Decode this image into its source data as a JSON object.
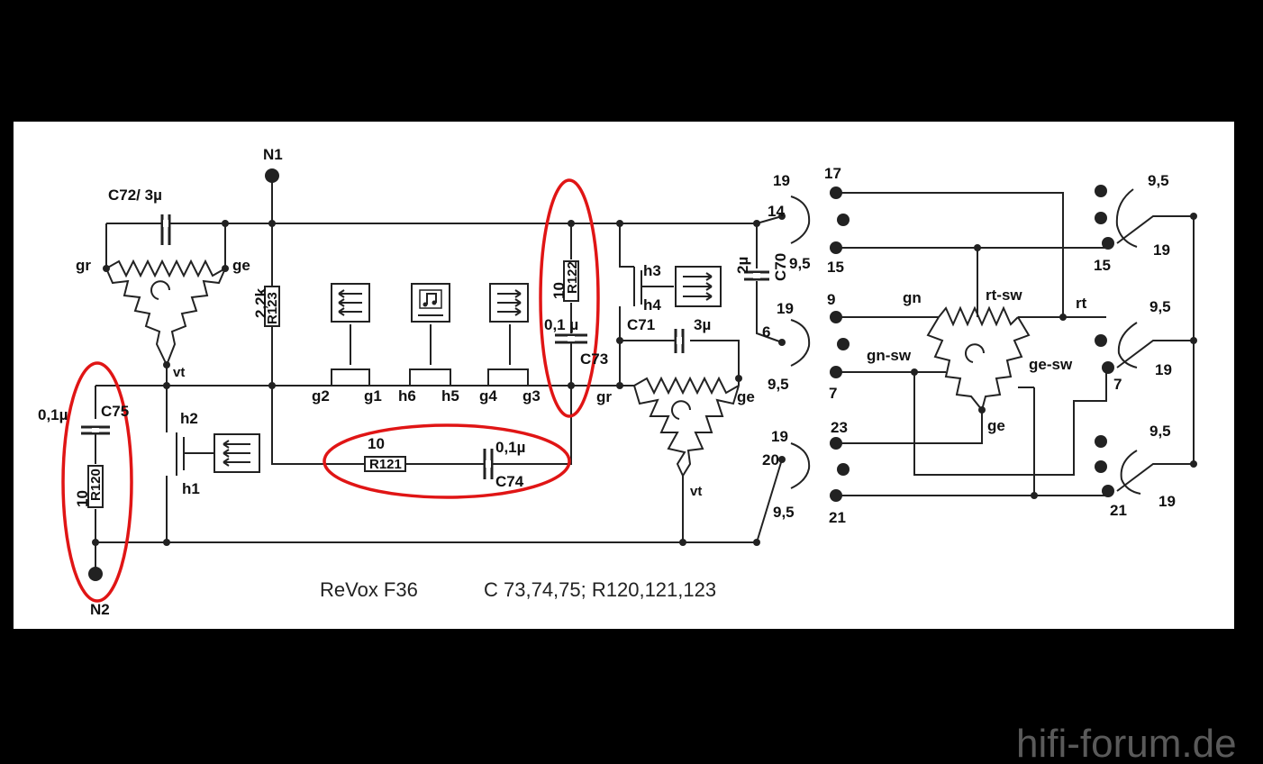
{
  "nodes": {
    "n1": "N1",
    "n2": "N2"
  },
  "capacitors": {
    "c72": "C72/ 3µ",
    "c75": "C75",
    "c75_value": "0,1µ",
    "c73": "C73",
    "c73_value": "0,1 µ",
    "c74": "C74",
    "c74_value": "0,1µ",
    "c71": "C71",
    "c71_value": "3µ",
    "c70": "C70",
    "c70_value": "2µ"
  },
  "resistors": {
    "r123": "R123",
    "r123_value": "2,2k",
    "r122": "R122",
    "r122_value": "10",
    "r121": "R121",
    "r121_value": "10",
    "r120": "R120",
    "r120_value": "10"
  },
  "motor_left": {
    "gr": "gr",
    "ge": "ge",
    "vt": "vt"
  },
  "motor_middle": {
    "gr": "gr",
    "ge": "ge",
    "vt": "vt"
  },
  "motor_right": {
    "gn": "gn",
    "rt_sw": "rt-sw",
    "rt": "rt",
    "gn_sw": "gn-sw",
    "ge_sw": "ge-sw",
    "ge": "ge"
  },
  "switch_contacts": {
    "h1": "h1",
    "h2": "h2",
    "h3": "h3",
    "h4": "h4",
    "g2": "g2",
    "g1": "g1",
    "h6": "h6",
    "h5": "h5",
    "g4": "g4",
    "g3": "g3"
  },
  "selector_left": [
    {
      "pos": "14",
      "alt1": "19",
      "alt2": "9,5",
      "top": "17",
      "bottom": "15"
    },
    {
      "pos": "6",
      "alt1": "19",
      "alt2": "9,5",
      "top": "9",
      "bottom": "7"
    },
    {
      "pos": "20",
      "alt1": "19",
      "alt2": "9,5",
      "top": "23",
      "bottom": "21"
    }
  ],
  "selector_right": [
    {
      "pos": "15",
      "alt1": "9,5",
      "alt2": "19"
    },
    {
      "pos": "7",
      "alt1": "9,5",
      "alt2": "19"
    },
    {
      "pos": "21",
      "alt1": "9,5",
      "alt2": "19"
    }
  ],
  "caption": {
    "model": "ReVox F36",
    "parts": "C 73,74,75; R120,121,123"
  },
  "watermark": "hifi-forum.de",
  "colors": {
    "highlight": "#e01515",
    "panel": "#ffffff",
    "background": "#000000",
    "ink": "#222222"
  }
}
